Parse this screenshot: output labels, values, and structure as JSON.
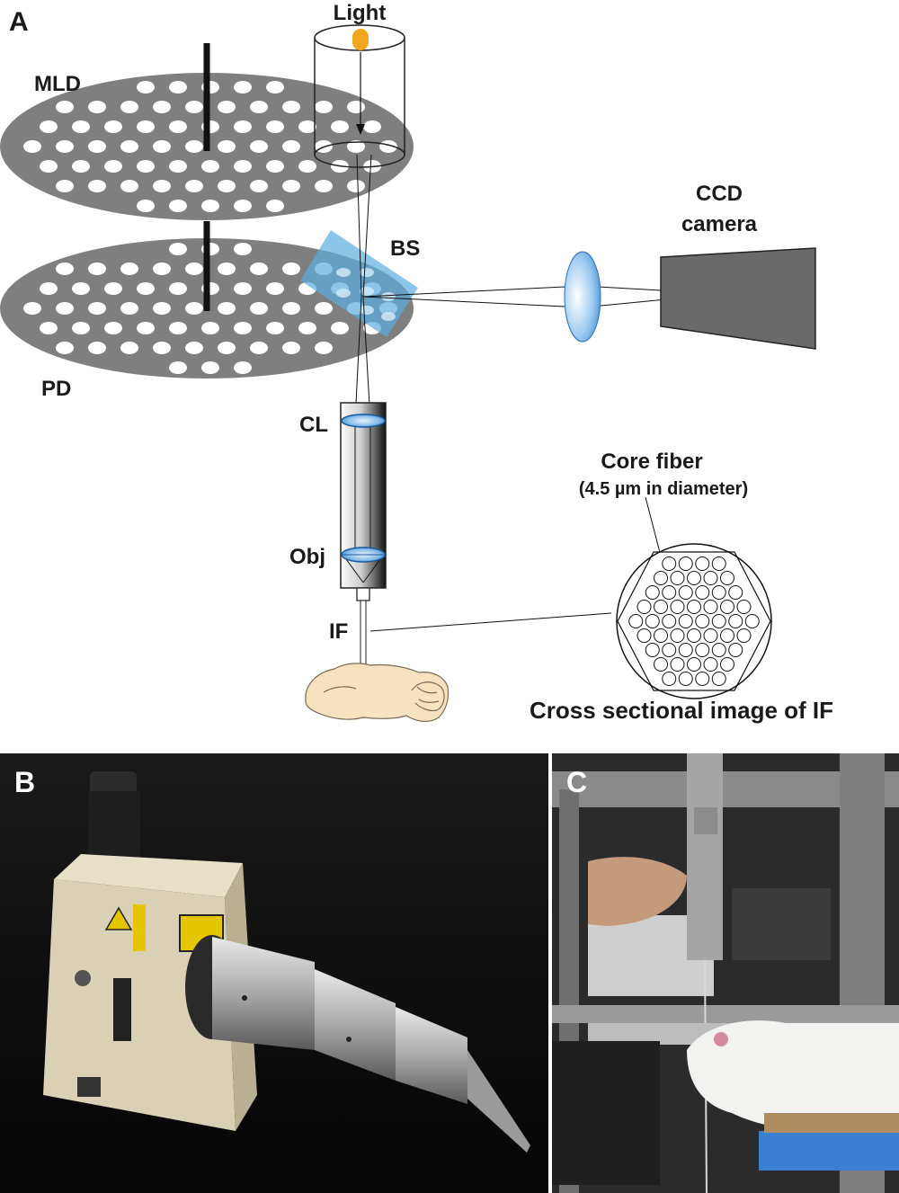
{
  "panels": {
    "a": "A",
    "b": "B",
    "c": "C"
  },
  "labels": {
    "light": "Light",
    "mld": "MLD",
    "pd": "PD",
    "bs": "BS",
    "ccd_line1": "CCD",
    "ccd_line2": "camera",
    "cl": "CL",
    "obj": "Obj",
    "if": "IF",
    "core_fiber": "Core fiber",
    "core_diameter": "(4.5 µm in diameter)",
    "cross_section": "Cross sectional image of IF"
  },
  "colors": {
    "disk": "#7f7f7f",
    "beamsplitter": "#5aaee0",
    "lens": "#3d8fd6",
    "camera": "#6a6a6a",
    "brain": "#f6e2bf",
    "light_source": "#f2a51f"
  }
}
